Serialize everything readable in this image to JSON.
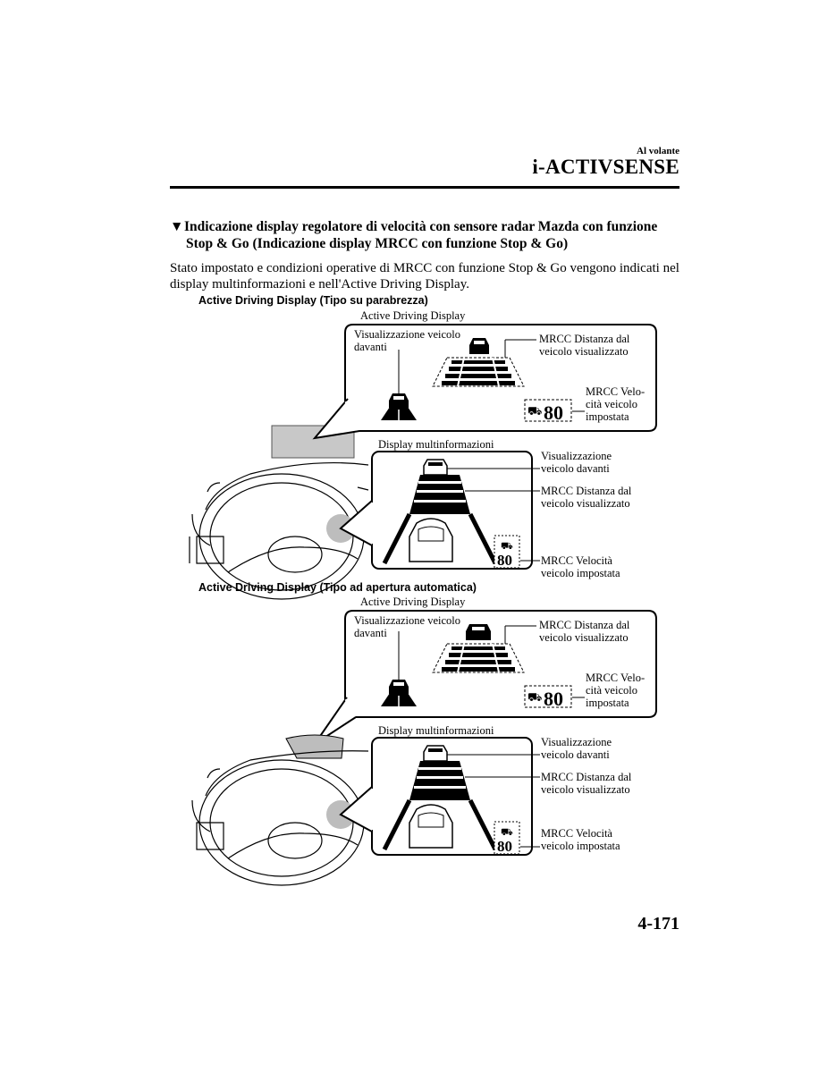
{
  "header": {
    "chapter": "Al volante",
    "section": "i-ACTIVSENSE"
  },
  "heading": {
    "line1": "Indicazione display regolatore di velocità con sensore radar Mazda con funzione",
    "line2": "Stop & Go (Indicazione display MRCC con funzione Stop & Go)"
  },
  "body": "Stato impostato e condizioni operative di MRCC con funzione Stop & Go vengono indicati nel display multinformazioni e nell'Active Driving Display.",
  "figures": [
    {
      "subtitle": "Active Driving Display (Tipo su parabrezza)",
      "ad_title": "Active Driving Display",
      "ad_label_vehicle_ahead": "Visualizzazione veicolo\ndavanti",
      "ad_label_distance": "MRCC Distanza dal\nveicolo visualizzato",
      "ad_label_speed": "MRCC Velo-\ncità veicolo\nimpostata",
      "speed_value": "80",
      "md_title": "Display multinformazioni",
      "md_label_vehicle_ahead": "Visualizzazione\nveicolo davanti",
      "md_label_distance": "MRCC Distanza dal\nveicolo visualizzato",
      "md_label_speed": "MRCC Velocità\nveicolo impostata"
    },
    {
      "subtitle": "Active Driving Display (Tipo ad apertura automatica)",
      "ad_title": "Active Driving Display",
      "ad_label_vehicle_ahead": "Visualizzazione veicolo\ndavanti",
      "ad_label_distance": "MRCC Distanza dal\nveicolo visualizzato",
      "ad_label_speed": "MRCC Velo-\ncità veicolo\nimpostata",
      "speed_value": "80",
      "md_title": "Display multinformazioni",
      "md_label_vehicle_ahead": "Visualizzazione\nveicolo davanti",
      "md_label_distance": "MRCC Distanza dal\nveicolo visualizzato",
      "md_label_speed": "MRCC Velocità\nveicolo impostata"
    }
  ],
  "page_number": "4-171"
}
